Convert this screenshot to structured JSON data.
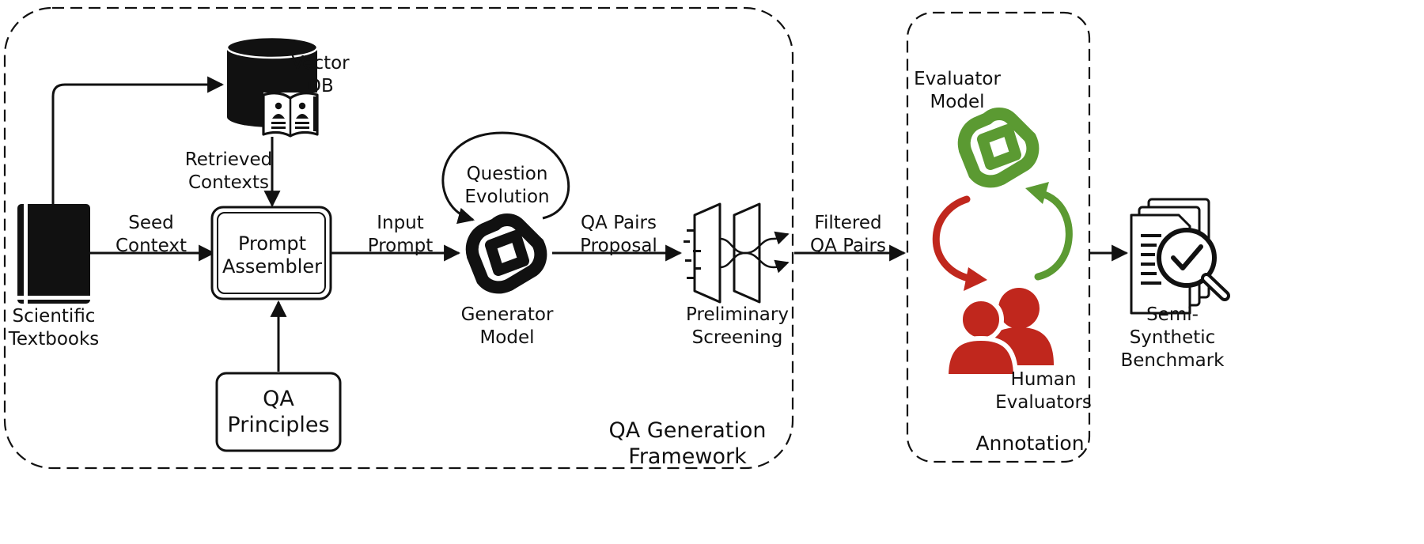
{
  "groups": {
    "qa_framework": [
      "QA Generation",
      "Framework"
    ],
    "annotation": "Annotation"
  },
  "nodes": {
    "vector_db": [
      "Vector",
      "DB"
    ],
    "scientific_textbooks": [
      "Scientific",
      "Textbooks"
    ],
    "prompt_assembler": [
      "Prompt",
      "Assembler"
    ],
    "qa_principles": [
      "QA",
      "Principles"
    ],
    "generator_model": [
      "Generator",
      "Model"
    ],
    "question_evolution": [
      "Question",
      "Evolution"
    ],
    "preliminary_screening": [
      "Preliminary",
      "Screening"
    ],
    "evaluator_model": [
      "Evaluator",
      "Model"
    ],
    "human_evaluators": [
      "Human",
      "Evaluators"
    ],
    "benchmark": [
      "Semi-",
      "Synthetic",
      "Benchmark"
    ]
  },
  "edges": {
    "retrieved_contexts": [
      "Retrieved",
      "Contexts"
    ],
    "seed_context": [
      "Seed",
      "Context"
    ],
    "input_prompt": [
      "Input",
      "Prompt"
    ],
    "qa_pairs_proposal": [
      "QA Pairs",
      "Proposal"
    ],
    "filtered_qa_pairs": [
      "Filtered",
      "QA Pairs"
    ]
  },
  "colors": {
    "ink": "#111111",
    "evaluator_green": "#5b9a32",
    "human_red": "#c0271d"
  }
}
